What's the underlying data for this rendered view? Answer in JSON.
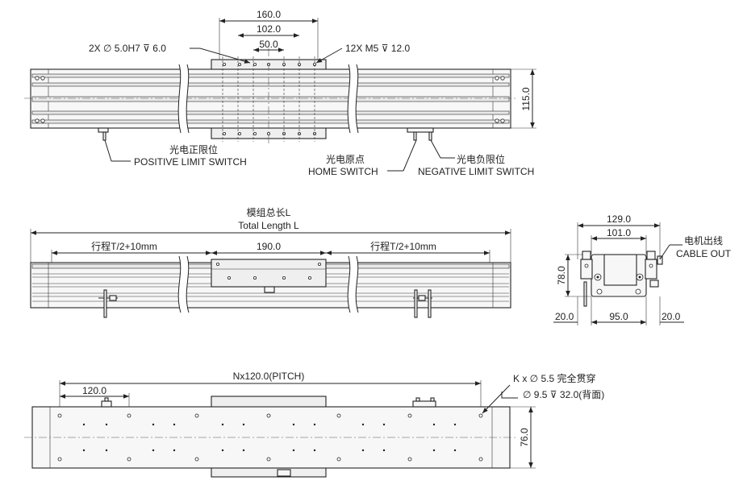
{
  "top_view": {
    "dims": {
      "d160": "160.0",
      "d102": "102.0",
      "d50": "50.0",
      "h115": "115.0"
    },
    "callouts": {
      "pin_holes": "2X  ∅ 5.0H7  ⊽ 6.0",
      "tapped_holes": "12X  M5   ⊽ 12.0"
    },
    "labels": {
      "positive_cn": "光电正限位",
      "positive_en": "POSITIVE LIMIT SWITCH",
      "home_cn": "光电原点",
      "home_en": "HOME SWITCH",
      "negative_cn": "光电负限位",
      "negative_en": "NEGATIVE LIMIT SWITCH"
    }
  },
  "side_view": {
    "total_cn": "模组总长L",
    "total_en": "Total Length L",
    "stroke_left": "行程T/2+10mm",
    "stroke_right": "行程T/2+10mm",
    "d190": "190.0"
  },
  "end_view": {
    "d129": "129.0",
    "d101": "101.0",
    "d78": "78.0",
    "d20_left": "20.0",
    "d95": "95.0",
    "d20_right": "20.0",
    "cable_cn": "电机出线",
    "cable_en": "CABLE OUT"
  },
  "bottom_view": {
    "pitch": "Nx120.0(PITCH)",
    "d120": "120.0",
    "d76": "76.0",
    "thru_holes": "K x  ∅ 5.5 完全贯穿",
    "cbore": "∅ 9.5  ⊽ 32.0(背面)"
  }
}
